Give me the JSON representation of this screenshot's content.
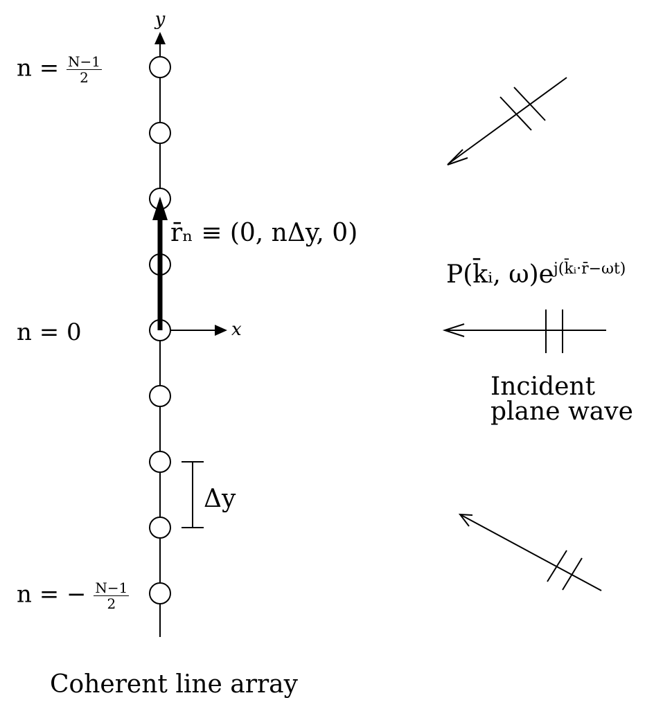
{
  "axes": {
    "y_label": "y",
    "x_label": "x"
  },
  "array": {
    "caption": "Coherent line array",
    "n_eq": "n =",
    "n_top_frac": {
      "num": "N−1",
      "den": "2"
    },
    "n_center": "n = 0",
    "n_bottom_prefix": "n = −",
    "n_bottom_frac": {
      "num": "N−1",
      "den": "2"
    },
    "element_count": 9,
    "position_vector": "r̄ₙ ≡ (0, nΔy, 0)",
    "spacing_label": "Δy"
  },
  "wave": {
    "expression": "P(k̄ᵢ, ω)e^{j(k̄ᵢ·r̄−ωt)}",
    "expr_main": "P(k̄ᵢ, ω)e",
    "expr_exp": "j(k̄ᵢ·r̄−ωt)",
    "caption_line1": "Incident",
    "caption_line2": "plane wave"
  }
}
